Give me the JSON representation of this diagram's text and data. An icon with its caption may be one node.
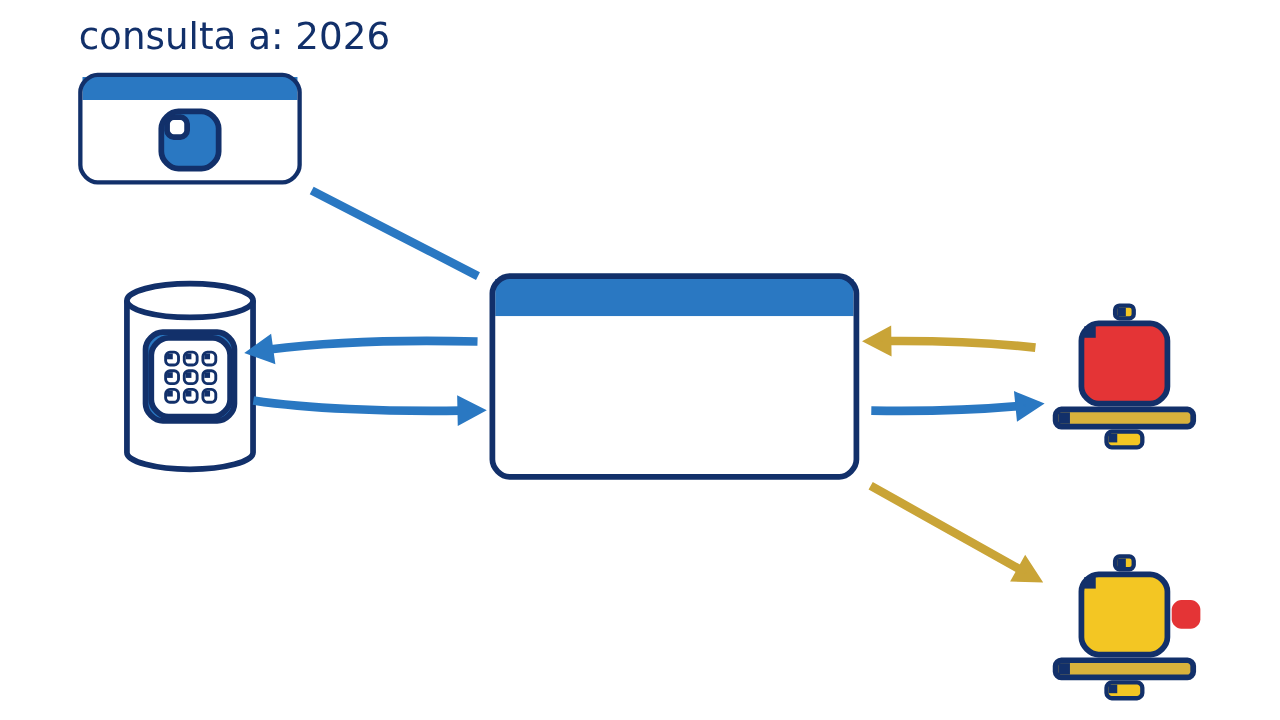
{
  "diagram": {
    "title": "consulta a: 2026",
    "nodes": [
      {
        "text": [],
        "shape": "picture"
      },
      {
        "text": [],
        "shape": "picture"
      },
      {
        "text": [],
        "shape": "picture"
      },
      {
        "text": [],
        "shape": "picture"
      },
      {
        "text": [],
        "shape": "picture"
      }
    ],
    "edges": [
      {
        "from": 0,
        "to": 2,
        "arrow": "none"
      },
      {
        "from": 2,
        "to": 1,
        "arrow": "to"
      },
      {
        "from": 1,
        "to": 2,
        "arrow": "to",
        "color": "#c9a437"
      },
      {
        "from": 3,
        "to": 2,
        "arrow": "to"
      },
      {
        "from": 2,
        "to": 3,
        "arrow": "to"
      },
      {
        "from": 2,
        "to": 4,
        "arrow": "to",
        "color": "#c9a437"
      }
    ]
  }
}
